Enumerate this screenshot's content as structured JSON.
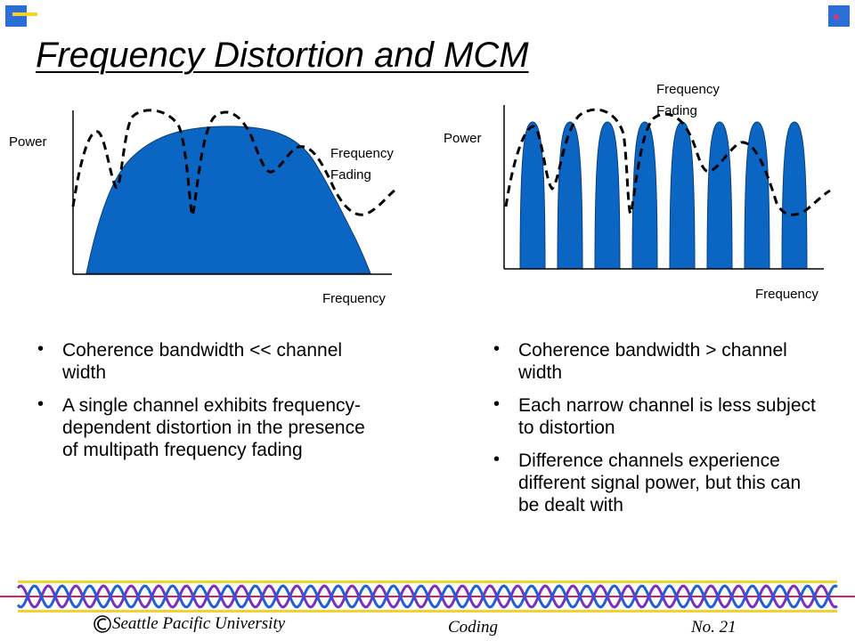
{
  "title": "Frequency Distortion and MCM",
  "left_diagram": {
    "y_label": "Power",
    "x_label": "Frequency",
    "fading_label_line1": "Frequency",
    "fading_label_line2": "Fading"
  },
  "right_diagram": {
    "y_label": "Power",
    "x_label": "Frequency",
    "fading_label_line1": "Frequency",
    "fading_label_line2": "Fading",
    "subchannel_count": 8
  },
  "left_bullets": [
    "Coherence bandwidth << channel width",
    "A single channel exhibits frequency-dependent distortion in the presence of multipath frequency fading"
  ],
  "right_bullets": [
    "Coherence bandwidth > channel width",
    "Each narrow channel is less subject to distortion",
    "Difference channels experience different signal power, but this can be dealt with"
  ],
  "footer": {
    "university": "Seattle Pacific University",
    "topic": "Coding",
    "slide_number": "No. 21"
  },
  "colors": {
    "signal_fill": "#0a66c2",
    "wave_purple": "#7a2fbf",
    "wave_blue": "#1f5fd8",
    "wave_line_red": "#d81e5b",
    "wave_border_yellow": "#f2d22b",
    "corner_blue": "#2b6fd6",
    "corner_magenta": "#d6357a"
  }
}
